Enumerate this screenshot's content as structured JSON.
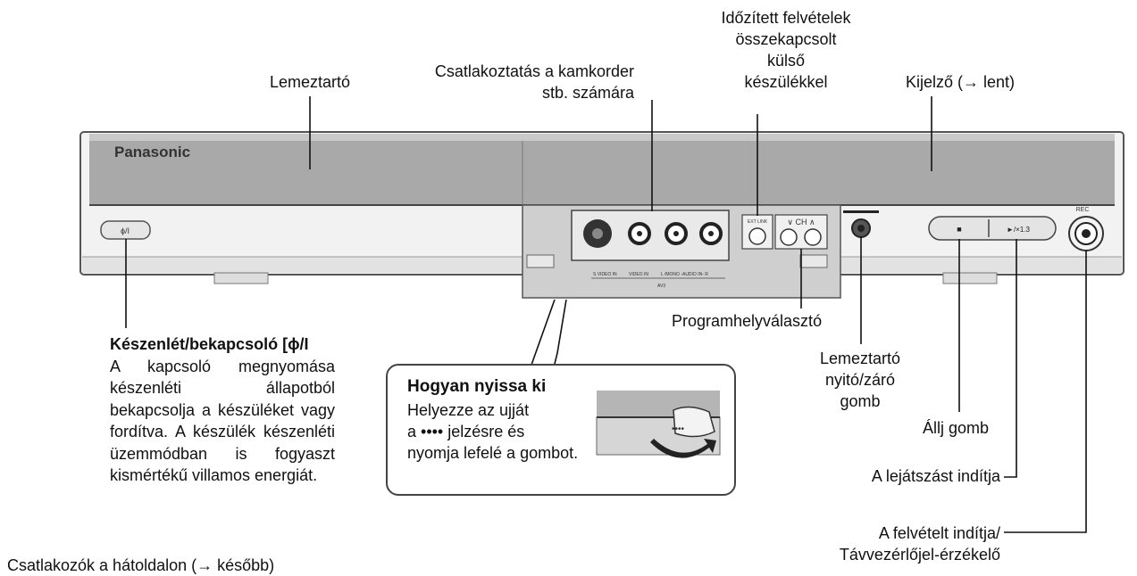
{
  "labels": {
    "lemeztarto": "Lemeztartó",
    "csatlakoztatas": [
      "Csatlakoztatás a kamkorder",
      "stb. számára"
    ],
    "idozitett": [
      "Időzített felvételek",
      "összekapcsolt",
      "külső",
      "készülékkel"
    ],
    "kijelzo": "Kijelző (→ lent)",
    "programhely": "Programhelyválasztó",
    "lemeztarto_nyito": [
      "Lemeztartó",
      "nyitó/záró",
      "gomb"
    ],
    "allj": "Állj gomb",
    "lejatszas": "A lejátszást indítja",
    "felvetel": [
      "A felvételt indítja/",
      "Távvezérlőjel-érzékelő"
    ],
    "hatoldal": "Csatlakozók a hátoldalon (→ később)"
  },
  "standby": {
    "title": "Készenlét/bekapcsoló [ɸ/I",
    "body": "A kapcsoló megnyomása készenléti állapotból bekapcsolja a készüléket vagy fordítva. A készülék készenléti üzemmódban is fogyaszt kismértékű villamos energiát."
  },
  "howto": {
    "title": "Hogyan nyissa ki",
    "body": [
      "Helyezze az ujját",
      "a •••• jelzésre és",
      "nyomja lefelé a gombot."
    ]
  },
  "device": {
    "brand": "Panasonic",
    "power_symbol": "ɸ/I",
    "rec_label": "REC",
    "stop_symbol": "■",
    "play_symbol": "►/×1.3",
    "ext_link_label": "EXT LINK",
    "ch_label": "∨ CH ∧",
    "jack_labels": [
      "S VIDEO IN",
      "VIDEO IN",
      "L /MONO -AUDIO IN- R"
    ],
    "av_label": "AV3"
  }
}
